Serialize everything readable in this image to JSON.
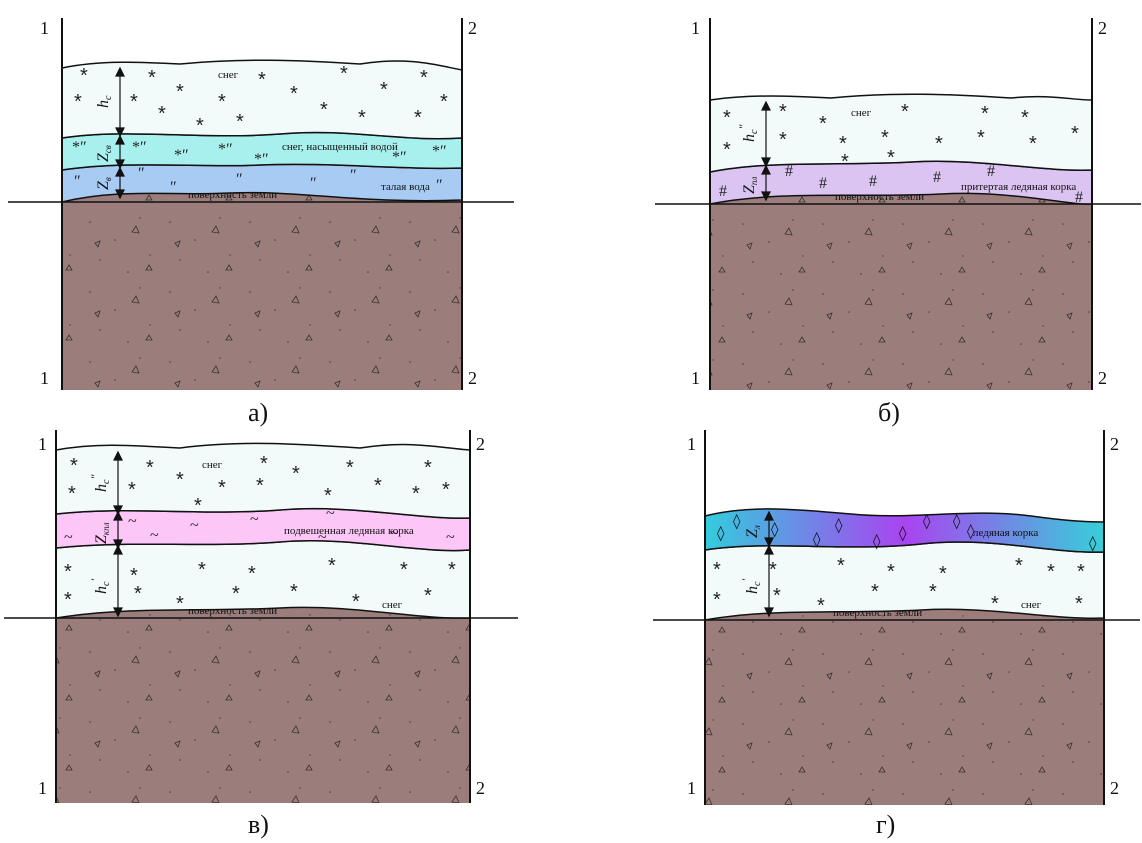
{
  "panels": [
    {
      "caption": "а)",
      "post_left": "1",
      "post_right": "2",
      "layers": {
        "snow": "снег",
        "wet_snow": "снег, насыщенный водой",
        "melt_water": "талая вода",
        "ground_surface": "поверхность земли"
      },
      "dims": {
        "snow": "h",
        "snow_sub": "с",
        "wet": "Z",
        "wet_sub": "св",
        "water": "Z",
        "water_sub": "в"
      }
    },
    {
      "caption": "б)",
      "post_left": "1",
      "post_right": "2",
      "layers": {
        "snow": "снег",
        "ice": "притертая ледяная корка",
        "ground_surface": "поверхность земли"
      },
      "dims": {
        "snow": "h",
        "snow_sub": "с",
        "snow_sup": "″",
        "ice": "Z",
        "ice_sub": "пл"
      }
    },
    {
      "caption": "в)",
      "post_left": "1",
      "post_right": "2",
      "layers": {
        "snow_top": "снег",
        "ice": "подвешенная ледяная корка",
        "snow_bottom": "снег",
        "ground_surface": "поверхность земли"
      },
      "dims": {
        "snow_top": "h",
        "snow_top_sub": "с",
        "snow_top_sup": "″",
        "ice": "Z",
        "ice_sub": "кпл",
        "snow_bottom": "h",
        "snow_bottom_sub": "с",
        "snow_bottom_sup": "′"
      }
    },
    {
      "caption": "г)",
      "post_left": "1",
      "post_right": "2",
      "layers": {
        "ice": "ледяная корка",
        "snow": "снег",
        "ground_surface": "поверхность земли"
      },
      "dims": {
        "ice": "Z",
        "ice_sub": "л",
        "snow": "h",
        "snow_sub": "с",
        "snow_sup": "′"
      }
    }
  ],
  "colors": {
    "ground": "#9b7e7c",
    "snow": "#f2fafa",
    "wet_snow": "#a8f0ee",
    "melt_water": "#a8cbf4",
    "rubbed_ice": "#dcc4f2",
    "hanging_ice": "#fcc6f7",
    "ice_crust_left": "#33ccdd",
    "ice_crust_mid": "#a944f0",
    "ice_crust_right": "#36cfd9"
  }
}
